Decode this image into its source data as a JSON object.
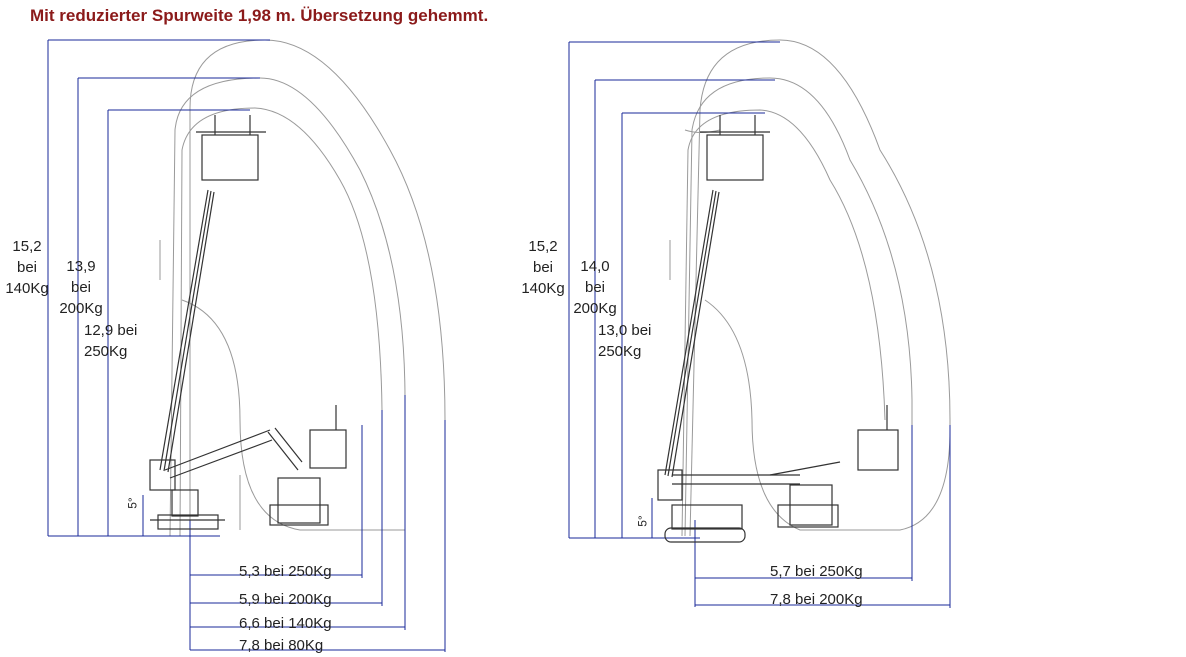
{
  "title": "Mit reduzierter Spurweite 1,98 m. Übersetzung gehemmt.",
  "left": {
    "heights": [
      {
        "value": "15,2",
        "word": "bei",
        "load": "140Kg"
      },
      {
        "value": "13,9",
        "word": "bei",
        "load": "200Kg"
      },
      {
        "value": "12,9 bei",
        "load": "250Kg"
      }
    ],
    "reaches": [
      "5,3 bei 250Kg",
      "5,9 bei 200Kg",
      "6,6 bei 140Kg",
      "7,8 bei 80Kg"
    ],
    "angle": "5°"
  },
  "right": {
    "heights": [
      {
        "value": "15,2",
        "word": "bei",
        "load": "140Kg"
      },
      {
        "value": "14,0",
        "word": "bei",
        "load": "200Kg"
      },
      {
        "value": "13,0 bei",
        "load": "250Kg"
      }
    ],
    "reaches": [
      "5,7 bei 250Kg",
      "7,8 bei 200Kg"
    ],
    "angle": "5°"
  },
  "colors": {
    "title": "#8b1a1a",
    "dimension": "#1a2a9a",
    "envelope": "#9a9a9a",
    "machine": "#333333"
  }
}
